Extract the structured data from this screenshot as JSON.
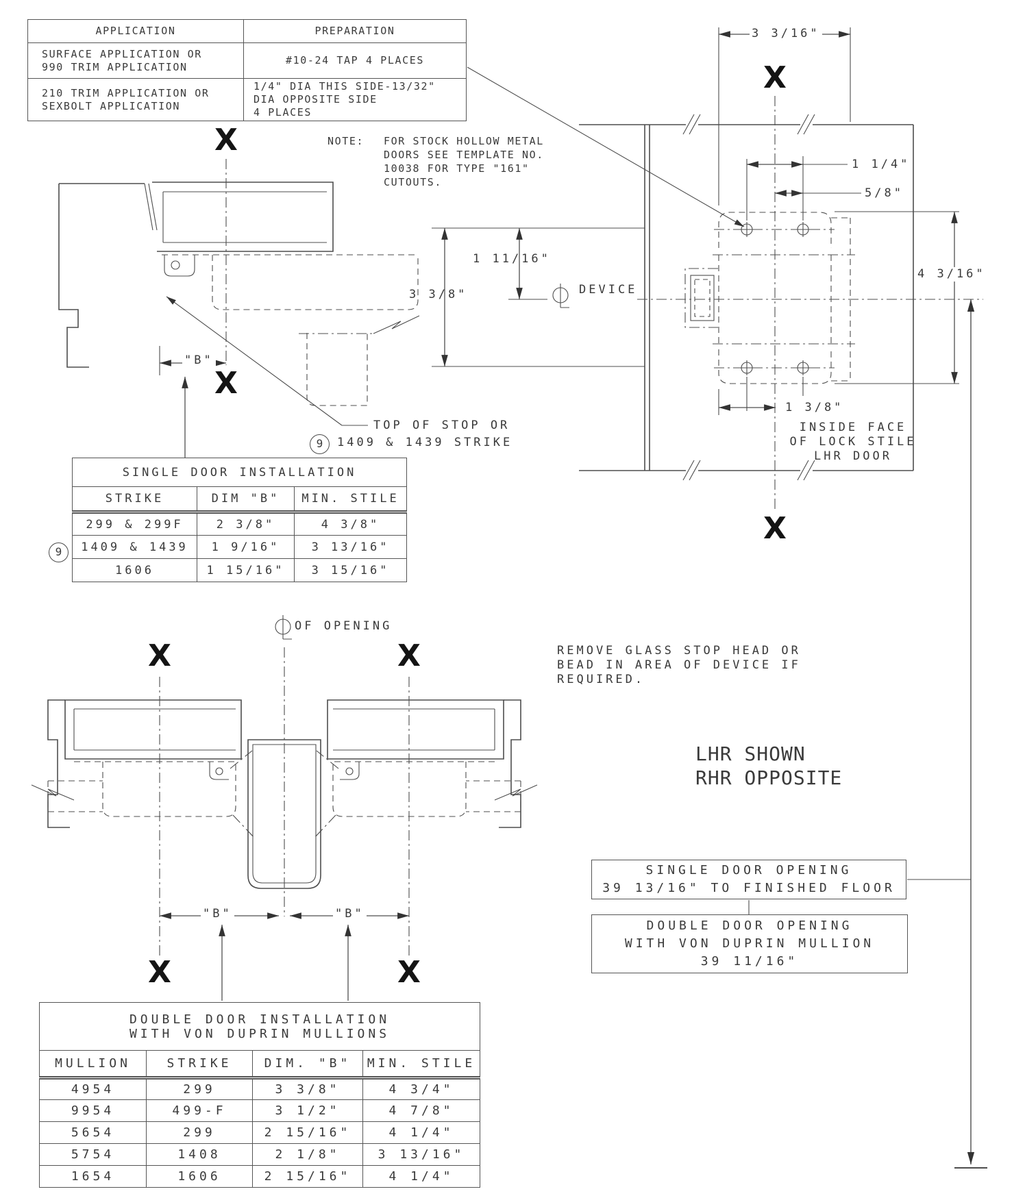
{
  "app_table": {
    "col1_header": "APPLICATION",
    "col2_header": "PREPARATION",
    "rows": [
      {
        "application": "SURFACE APPLICATION OR\n990 TRIM APPLICATION",
        "preparation": "#10-24 TAP 4 PLACES"
      },
      {
        "application": "210 TRIM APPLICATION OR\nSEXBOLT APPLICATION",
        "preparation": "1/4\" DIA THIS SIDE-13/32\"\nDIA OPPOSITE SIDE\n4 PLACES"
      }
    ]
  },
  "note": {
    "label": "NOTE:",
    "text": "FOR STOCK HOLLOW METAL\nDOORS SEE TEMPLATE NO.\n10038 FOR TYPE \"161\"\nCUTOUTS."
  },
  "dims": {
    "overall_width": "3 3/16\"",
    "hole_spacing": "1 1/4\"",
    "cl_to_hole": "5/8\"",
    "cl_to_top_holes": "1 11/16\"",
    "hole_rows": "3 3/8\"",
    "device_height": "4 3/16\"",
    "edge_to_face": "1 3/8\"",
    "dim_b": "\"B\""
  },
  "labels": {
    "device_cl": "DEVICE",
    "inside_face": "INSIDE FACE\nOF LOCK STILE\nLHR DOOR",
    "top_of_stop": "TOP OF STOP OR",
    "strike_ref": "1409 & 1439 STRIKE",
    "ref_marker": "9",
    "cl_of_opening": "OF OPENING",
    "remove_glass": "REMOVE GLASS STOP HEAD OR\nBEAD IN AREA OF DEVICE IF\nREQUIRED.",
    "handing": "LHR SHOWN\nRHR OPPOSITE",
    "x_marker": "X"
  },
  "single_table": {
    "title": "SINGLE DOOR INSTALLATION",
    "headers": [
      "STRIKE",
      "DIM \"B\"",
      "MIN. STILE"
    ],
    "rows": [
      [
        "299 & 299F",
        "2 3/8\"",
        "4 3/8\""
      ],
      [
        "1409 & 1439",
        "1 9/16\"",
        "3 13/16\""
      ],
      [
        "1606",
        "1 15/16\"",
        "3 15/16\""
      ]
    ]
  },
  "double_table": {
    "title": "DOUBLE DOOR INSTALLATION\nWITH VON DUPRIN MULLIONS",
    "headers": [
      "MULLION",
      "STRIKE",
      "DIM. \"B\"",
      "MIN. STILE"
    ],
    "rows": [
      [
        "4954",
        "299",
        "3 3/8\"",
        "4 3/4\""
      ],
      [
        "9954",
        "499-F",
        "3 1/2\"",
        "4 7/8\""
      ],
      [
        "5654",
        "299",
        "2 15/16\"",
        "4 1/4\""
      ],
      [
        "5754",
        "1408",
        "2 1/8\"",
        "3 13/16\""
      ],
      [
        "1654",
        "1606",
        "2 15/16\"",
        "4 1/4\""
      ]
    ]
  },
  "opening_notes": {
    "single": "SINGLE DOOR OPENING\n39 13/16\" TO FINISHED FLOOR",
    "double": "DOUBLE DOOR OPENING\nWITH VON DUPRIN MULLION\n39 11/16\""
  }
}
